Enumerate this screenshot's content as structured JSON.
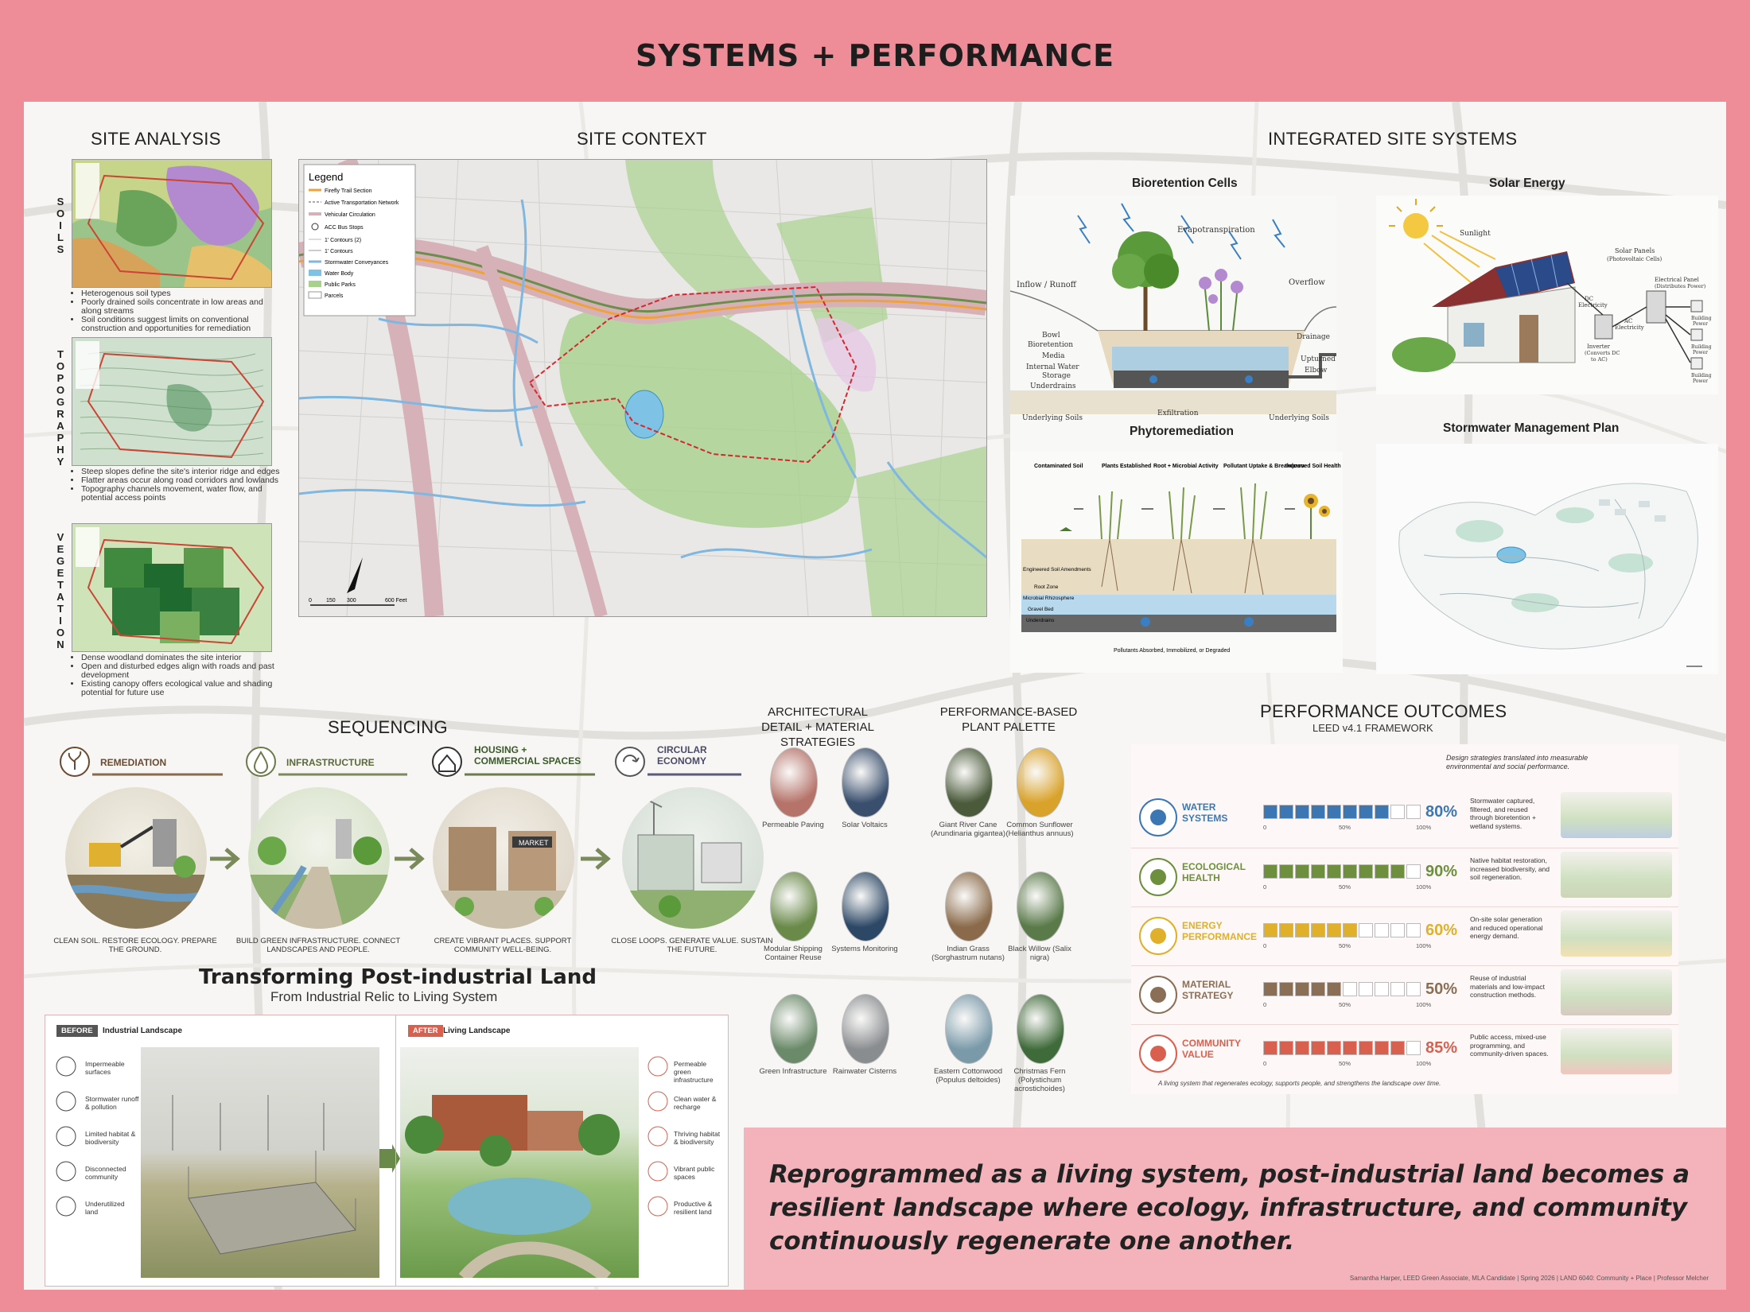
{
  "header": {
    "title": "SYSTEMS + PERFORMANCE"
  },
  "site_analysis": {
    "title": "SITE ANALYSIS",
    "soils": {
      "label": "SOILS",
      "bullets": [
        "Heterogenous soil types",
        "Poorly drained soils concentrate in low areas and along streams",
        "Soil conditions suggest limits on conventional construction and opportunities for remediation"
      ]
    },
    "topography": {
      "label": "TOPOGRAPHY",
      "bullets": [
        "Steep slopes define the site's interior ridge and edges",
        "Flatter areas occur along road corridors and lowlands",
        "Topography channels movement, water flow, and potential access points"
      ]
    },
    "vegetation": {
      "label": "VEGETATION",
      "bullets": [
        "Dense woodland dominates the site interior",
        "Open and disturbed edges align with roads and past development",
        "Existing canopy offers ecological value and shading potential for future use"
      ]
    }
  },
  "site_context": {
    "title": "SITE CONTEXT",
    "legend_title": "Legend",
    "legend": [
      "Firefly Trail Section",
      "Active Transportation Network",
      "Vehicular Circulation",
      "ACC Bus Stops",
      "1' Contours (2)",
      "1' Contours",
      "Stormwater Conveyances",
      "Water Body",
      "Public Parks",
      "Parcels"
    ],
    "scale": [
      "0",
      "150",
      "300",
      "600 Feet"
    ]
  },
  "integrated": {
    "title": "INTEGRATED SITE SYSTEMS",
    "bioretention": {
      "title": "Bioretention Cells",
      "labels": [
        "Inflow / Runoff",
        "Bowl",
        "Bioretention",
        "Media",
        "Internal Water",
        "Storage",
        "Underdrains",
        "Evapotranspiration",
        "Overflow",
        "Drainage",
        "Upturned",
        "Elbow",
        "Exfiltration",
        "Underlying Soils",
        "Underlying Soils"
      ]
    },
    "solar": {
      "title": "Solar Energy",
      "labels": [
        "Sunlight",
        "Solar Panels",
        "(Photovoltaic Cells)",
        "DC",
        "Electricity",
        "Electrical Panel",
        "(Distributes Power)",
        "Inverter",
        "(Converts DC",
        "to AC)",
        "AC",
        "Electricity",
        "Building",
        "Power",
        "Building",
        "Power",
        "Building",
        "Power"
      ]
    },
    "phyto": {
      "title": "Phytoremediation",
      "stages": [
        "Contaminated Soil",
        "Plants Established",
        "Root + Microbial Activity",
        "Pollutant Uptake & Breakdown",
        "Improved Soil Health"
      ],
      "layers": [
        "Engineered Soil Amendments",
        "Root Zone",
        "Microbial Rhizosphere",
        "Gravel Bed",
        "Underdrains"
      ],
      "bottom": "Pollutants Absorbed, Immobilized, or Degraded"
    },
    "stormwater": {
      "title": "Stormwater Management Plan"
    }
  },
  "sequencing": {
    "title": "SEQUENCING",
    "steps": [
      {
        "label": "REMEDIATION",
        "caption": "CLEAN SOIL. RESTORE ECOLOGY. PREPARE THE GROUND.",
        "color": "#8a6a4a"
      },
      {
        "label": "INFRASTRUCTURE",
        "caption": "BUILD GREEN INFRASTRUCTURE. CONNECT LANDSCAPES AND PEOPLE.",
        "color": "#7a8a5a"
      },
      {
        "label": "HOUSING + COMMERCIAL SPACES",
        "caption": "CREATE VIBRANT PLACES. SUPPORT COMMUNITY WELL-BEING.",
        "color": "#6a7a4a"
      },
      {
        "label": "CIRCULAR ECONOMY",
        "caption": "CLOSE LOOPS. GENERATE VALUE. SUSTAIN THE FUTURE.",
        "color": "#5a5a7a"
      }
    ],
    "market_sign": "MARKET"
  },
  "transform": {
    "title": "Transforming Post-industrial Land",
    "subtitle": "From Industrial Relic to Living System",
    "before_tag": "BEFORE",
    "before_title": "Industrial Landscape",
    "before_items": [
      "Impermeable surfaces",
      "Stormwater runoff & pollution",
      "Limited habitat & biodiversity",
      "Disconnected community",
      "Underutilized land"
    ],
    "after_tag": "AFTER",
    "after_title": "Living Landscape",
    "after_items": [
      "Permeable green infrastructure",
      "Clean water & recharge",
      "Thriving habitat & biodiversity",
      "Vibrant public spaces",
      "Productive & resilient land"
    ]
  },
  "materials": {
    "title": "ARCHITECTURAL DETAIL + MATERIAL STRATEGIES",
    "items": [
      {
        "name": "Permeable Paving",
        "color": "#b5736a"
      },
      {
        "name": "Solar Voltaics",
        "color": "#3a4f6e"
      },
      {
        "name": "Modular Shipping Container Reuse",
        "color": "#6a8a4a"
      },
      {
        "name": "Systems Monitoring",
        "color": "#2d4866"
      },
      {
        "name": "Green Infrastructure",
        "color": "#6b8a6a"
      },
      {
        "name": "Rainwater Cisterns",
        "color": "#8a8d90"
      }
    ]
  },
  "plants": {
    "title": "PERFORMANCE-BASED PLANT PALETTE",
    "items": [
      {
        "name": "Giant River Cane (Arundinaria gigantea)",
        "color": "#4a5a3a"
      },
      {
        "name": "Common Sunflower (Helianthus annuus)",
        "color": "#d9a22a"
      },
      {
        "name": "Indian Grass (Sorghastrum nutans)",
        "color": "#8a6a4a"
      },
      {
        "name": "Black Willow (Salix nigra)",
        "color": "#5a7a4a"
      },
      {
        "name": "Eastern Cottonwood (Populus deltoides)",
        "color": "#7a9aaa"
      },
      {
        "name": "Christmas Fern (Polystichum acrostichoides)",
        "color": "#3f6a3a"
      }
    ]
  },
  "outcomes": {
    "title": "PERFORMANCE OUTCOMES",
    "subtitle": "LEED v4.1 FRAMEWORK",
    "intro": "Design strategies translated into measurable environmental and social performance.",
    "footer": "A living system that regenerates ecology, supports people, and strengthens the landscape over time.",
    "ticks": [
      "0",
      "50%",
      "100%"
    ],
    "rows": [
      {
        "label": "WATER SYSTEMS",
        "value": 80,
        "pct": "80%",
        "color": "#3d77b3",
        "desc": "Stormwater captured, filtered, and reused through bioretention + wetland systems."
      },
      {
        "label": "ECOLOGICAL HEALTH",
        "value": 90,
        "pct": "90%",
        "color": "#6e8f3d",
        "desc": "Native habitat restoration, increased biodiversity, and soil regeneration."
      },
      {
        "label": "ENERGY PERFORMANCE",
        "value": 60,
        "pct": "60%",
        "color": "#e0b02a",
        "desc": "On-site solar generation and reduced operational energy demand."
      },
      {
        "label": "MATERIAL STRATEGY",
        "value": 50,
        "pct": "50%",
        "color": "#8a6e55",
        "desc": "Reuse of industrial materials and low-impact construction methods."
      },
      {
        "label": "COMMUNITY VALUE",
        "value": 85,
        "pct": "85%",
        "color": "#d9604e",
        "desc": "Public access, mixed-use programming, and community-driven spaces."
      }
    ]
  },
  "quote": {
    "text": "Reprogrammed as a living system, post-industrial land becomes a resilient landscape where ecology, infrastructure, and community continuously regenerate one another."
  },
  "credit": "Samantha Harper, LEED Green Associate, MLA Candidate | Spring 2026 | LAND 6040: Community + Place | Professor Melcher"
}
